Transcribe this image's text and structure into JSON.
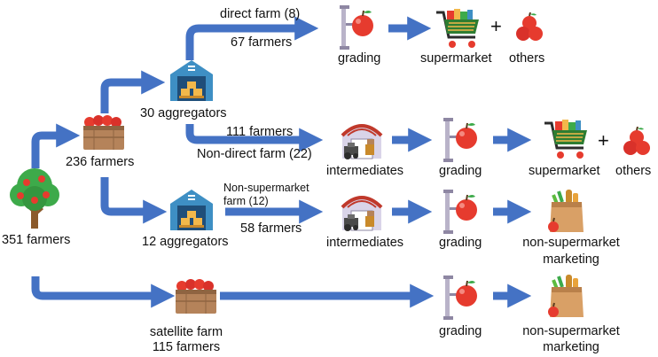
{
  "colors": {
    "arrow": "#4472C4",
    "apple_red": "#E63B2E",
    "crate": "#B5835A",
    "warehouse": "#3E8FC4",
    "tree_green": "#3DAA4A"
  },
  "labels": {
    "origin_farmers": "351 farmers",
    "crate_farmers": "236 farmers",
    "aggregators_30": "30 aggregators",
    "aggregators_12": "12 aggregators",
    "direct_farm": "direct farm (8)",
    "farmers_67": "67 farmers",
    "farmers_111": "111 farmers",
    "non_direct_farm": "Non-direct farm (22)",
    "non_supermarket_farm_line1": "Non-supermarket",
    "non_supermarket_farm_line2": "farm (12)",
    "farmers_58": "58 farmers",
    "satellite_farm": "satellite farm",
    "farmers_115": "115 farmers",
    "grading": "grading",
    "intermediates": "intermediates",
    "supermarket": "supermarket",
    "others": "others",
    "plus": "+",
    "non_supermarket_marketing_line1": "non-supermarket",
    "non_supermarket_marketing_line2": "marketing"
  },
  "icons": {
    "tree": "apple-tree-icon",
    "crate": "apple-crate-icon",
    "warehouse": "warehouse-icon",
    "grading": "grading-scale-icon",
    "cart": "shopping-cart-icon",
    "apples": "apples-icon",
    "farm": "farm-barn-icon",
    "bag": "grocery-bag-icon"
  }
}
